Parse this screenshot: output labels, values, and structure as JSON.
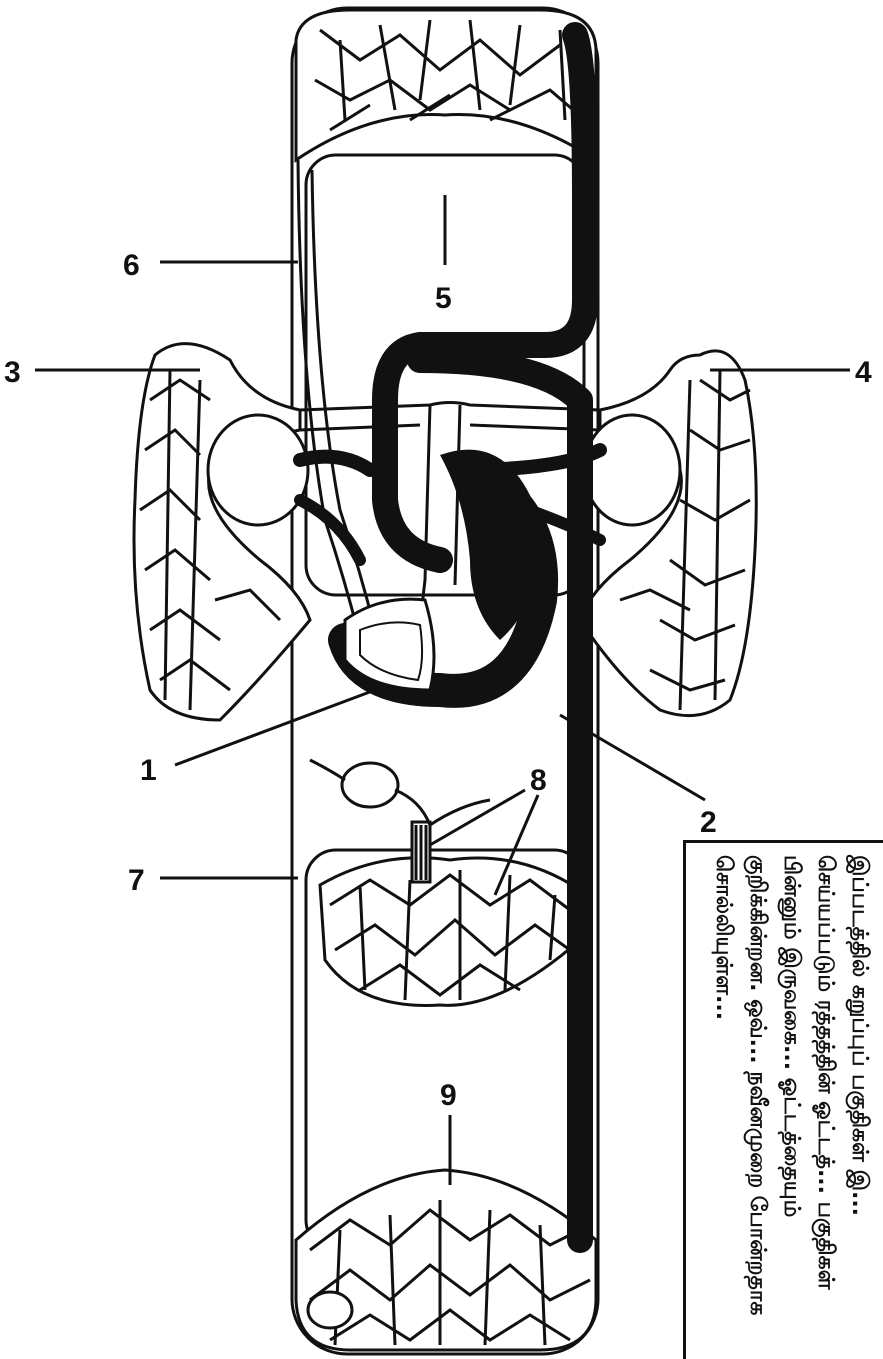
{
  "labels": {
    "l1": "1",
    "l2": "2",
    "l3": "3",
    "l4": "4",
    "l5": "5",
    "l6": "6",
    "l7": "7",
    "l8": "8",
    "l9": "9"
  },
  "caption": "இப்படத்தில் கறுப்புப் பகுதிகள் இ... செய்யப்படும் ரத்தத்தின் ஓட்டத்... பகுதிகள் பின்னும் இருவகை... ஓட்டத்தையும் குறிக்கின்றன. ஒவ்... நவீனமுறை போன்றதாக சொல்லியுள்ள...",
  "colors": {
    "ink": "#111111",
    "paper": "#ffffff"
  }
}
